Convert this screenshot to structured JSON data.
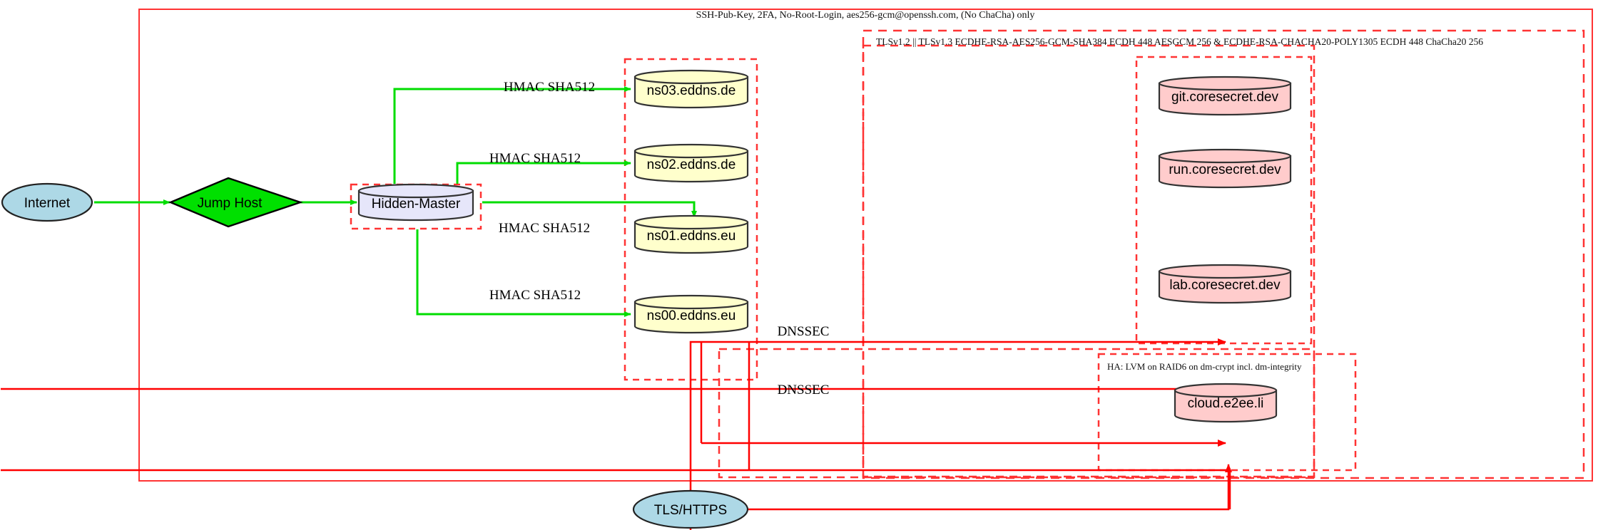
{
  "diagram": {
    "title_zones": {
      "ssh_zone_label": "SSH-Pub-Key, 2FA, No-Root-Login, aes256-gcm@openssh.com, (No ChaCha) only",
      "tls_zone_label": "TLSv1.2 || TLSv1.3 ECDHE-RSA-AES256-GCM-SHA384 ECDH 448 AESGCM 256 & ECDHE-RSA-CHACHA20-POLY1305 ECDH 448 ChaCha20 256",
      "ha_zone_label": "HA: LVM on RAID6 on dm-crypt incl. dm-integrity"
    },
    "nodes": {
      "internet": "Internet",
      "jump_host": "Jump Host",
      "hidden_master": "Hidden-Master",
      "ns03": "ns03.eddns.de",
      "ns02": "ns02.eddns.de",
      "ns01": "ns01.eddns.eu",
      "ns00": "ns00.eddns.eu",
      "git": "git.coresecret.dev",
      "run": "run.coresecret.dev",
      "lab": "lab.coresecret.dev",
      "cloud": "cloud.e2ee.li",
      "tls_https": "TLS/HTTPS"
    },
    "edge_labels": {
      "hmac_ns03": "HMAC SHA512",
      "hmac_ns02": "HMAC SHA512",
      "hmac_ns01": "HMAC SHA512",
      "hmac_ns00": "HMAC SHA512",
      "dnssec_upper": "DNSSEC",
      "dnssec_lower": "DNSSEC"
    },
    "colors": {
      "zone_border": "#ff3333",
      "ssh_edge": "#00dd00",
      "tls_edge": "#ff0000",
      "ellipse_fill": "#add8e6",
      "diamond_fill": "#00e000",
      "master_fill": "#e6e6fa",
      "dns_fill": "#ffffcc",
      "service_fill": "#ffcccc",
      "node_stroke": "#333333"
    }
  }
}
